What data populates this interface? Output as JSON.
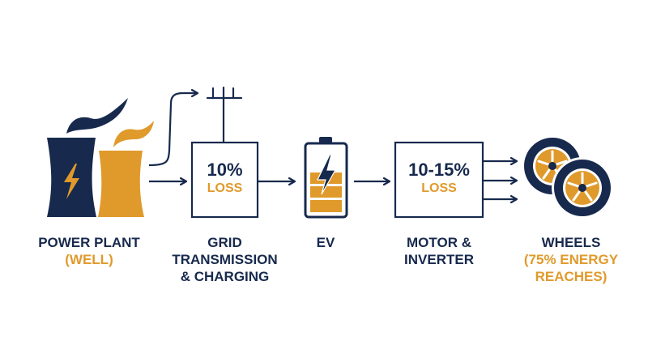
{
  "colors": {
    "navy": "#17294d",
    "orange": "#e09a2b",
    "background": "#ffffff"
  },
  "stages": {
    "power_plant": {
      "label": "POWER PLANT",
      "sublabel": "(WELL)",
      "icon": "power-plant-icon"
    },
    "grid": {
      "label_lines": [
        "GRID",
        "TRANSMISSION",
        "& CHARGING"
      ],
      "loss_percent": "10%",
      "loss_label": "LOSS",
      "icon": "power-pylon-icon"
    },
    "ev": {
      "label": "EV",
      "icon": "battery-charging-icon"
    },
    "motor": {
      "label_lines": [
        "MOTOR &",
        "INVERTER"
      ],
      "loss_percent": "10-15%",
      "loss_label": "LOSS"
    },
    "wheels": {
      "label": "WHEELS",
      "sublabel_lines": [
        "(75% ENERGY",
        "REACHES)"
      ],
      "icon": "wheels-icon"
    }
  }
}
